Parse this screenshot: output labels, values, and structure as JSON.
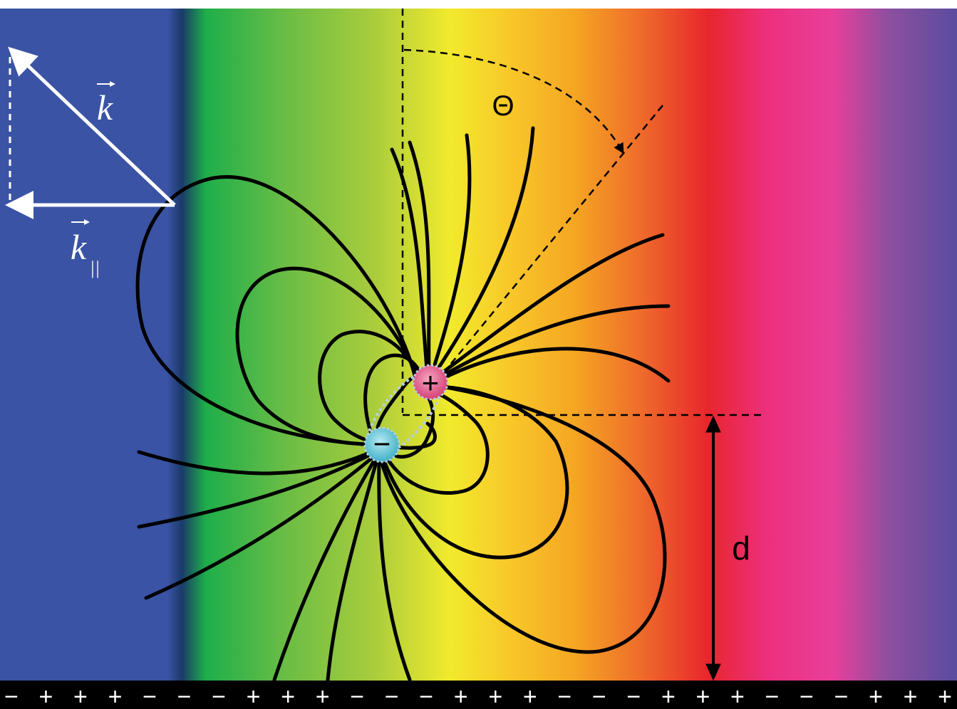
{
  "diagram": {
    "labels": {
      "k": "k",
      "k_parallel": "k",
      "k_parallel_subscript": "||",
      "theta": "Θ",
      "distance": "d",
      "plus_charge": "+",
      "minus_charge": "−"
    },
    "surface_charge_pattern": "− + + + − − − + + + − − − + + + − − − + + + − − − + + +",
    "spectrum_colors": [
      "#3a53a4",
      "#1fae4a",
      "#8bc43f",
      "#f2ea2c",
      "#f5a623",
      "#ee4e2d",
      "#e8262d",
      "#ec2f7c",
      "#e93f9a",
      "#8b4f9f",
      "#5a4c9f"
    ],
    "colors": {
      "plus_charge": "#e0507f",
      "minus_charge": "#5cc3d4",
      "field_lines": "#000000",
      "surface": "#000000",
      "surface_text": "#ffffff",
      "vector_arrows": "#ffffff"
    }
  }
}
